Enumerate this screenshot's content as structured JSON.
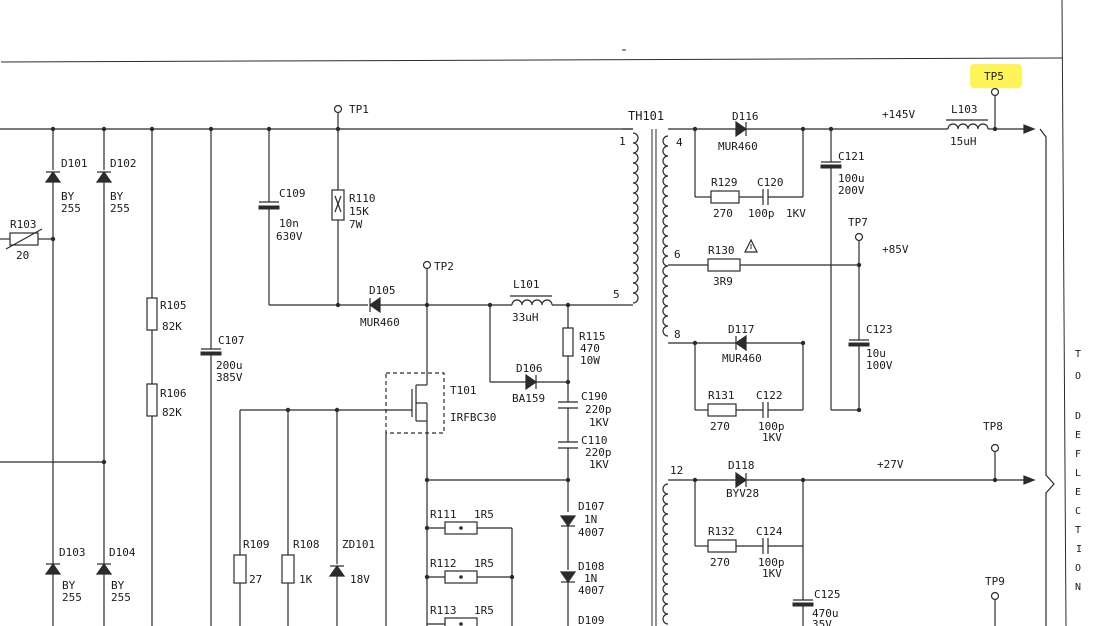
{
  "test_points": {
    "tp1": "TP1",
    "tp2": "TP2",
    "tp5": "TP5",
    "tp7": "TP7",
    "tp8": "TP8",
    "tp9": "TP9"
  },
  "transformer": {
    "name": "TH101",
    "pins": {
      "p1": "1",
      "p5": "5",
      "p4": "4",
      "p6": "6",
      "p8": "8",
      "p12": "12"
    }
  },
  "rails": {
    "v145": "+145V",
    "v85": "+85V",
    "v27": "+27V"
  },
  "components": {
    "d101": {
      "ref": "D101",
      "type": "BY",
      "value": "255"
    },
    "d102": {
      "ref": "D102",
      "type": "BY",
      "value": "255"
    },
    "d103": {
      "ref": "D103",
      "type": "BY",
      "value": "255"
    },
    "d104": {
      "ref": "D104",
      "type": "BY",
      "value": "255"
    },
    "r103": {
      "ref": "R103",
      "value": "20"
    },
    "r105": {
      "ref": "R105",
      "value": "82K"
    },
    "r106": {
      "ref": "R106",
      "value": "82K"
    },
    "c107": {
      "ref": "C107",
      "value": "200u",
      "voltage": "385V"
    },
    "c109": {
      "ref": "C109",
      "value": "10n",
      "voltage": "630V"
    },
    "r110": {
      "ref": "R110",
      "value": "15K",
      "power": "7W"
    },
    "d105": {
      "ref": "D105",
      "type": "MUR460"
    },
    "l101": {
      "ref": "L101",
      "value": "33uH"
    },
    "r115": {
      "ref": "R115",
      "value": "470",
      "power": "10W"
    },
    "d106": {
      "ref": "D106",
      "type": "BA159"
    },
    "c190": {
      "ref": "C190",
      "value": "220p",
      "voltage": "1KV"
    },
    "c110": {
      "ref": "C110",
      "value": "220p",
      "voltage": "1KV"
    },
    "t101": {
      "ref": "T101",
      "type": "IRFBC30"
    },
    "r109": {
      "ref": "R109",
      "value": "27"
    },
    "r108": {
      "ref": "R108",
      "value": "1K"
    },
    "zd101": {
      "ref": "ZD101",
      "value": "18V"
    },
    "r111": {
      "ref": "R111",
      "value": "1R5"
    },
    "r112": {
      "ref": "R112",
      "value": "1R5"
    },
    "r113": {
      "ref": "R113",
      "value": "1R5"
    },
    "d107": {
      "ref": "D107",
      "value": "1N",
      "value2": "4007"
    },
    "d108": {
      "ref": "D108",
      "value": "1N",
      "value2": "4007"
    },
    "d109": {
      "ref": "D109"
    },
    "d116": {
      "ref": "D116",
      "type": "MUR460"
    },
    "r129": {
      "ref": "R129",
      "value": "270"
    },
    "c120": {
      "ref": "C120",
      "value": "100p",
      "voltage": "1KV"
    },
    "c121": {
      "ref": "C121",
      "value": "100u",
      "voltage": "200V"
    },
    "l103": {
      "ref": "L103",
      "value": "15uH"
    },
    "r130": {
      "ref": "R130",
      "value": "3R9"
    },
    "d117": {
      "ref": "D117",
      "type": "MUR460"
    },
    "r131": {
      "ref": "R131",
      "value": "270"
    },
    "c122": {
      "ref": "C122",
      "value": "100p",
      "voltage": "1KV"
    },
    "c123": {
      "ref": "C123",
      "value": "10u",
      "voltage": "100V"
    },
    "d118": {
      "ref": "D118",
      "type": "BYV28"
    },
    "r132": {
      "ref": "R132",
      "value": "270"
    },
    "c124": {
      "ref": "C124",
      "value": "100p",
      "voltage": "1KV"
    },
    "c125": {
      "ref": "C125",
      "value": "470u",
      "voltage": "35V"
    }
  },
  "side_label": [
    "T",
    "O",
    "",
    "D",
    "E",
    "F",
    "L",
    "E",
    "C",
    "T",
    "I",
    "O",
    "N"
  ],
  "highlight_color": "#fff23a"
}
